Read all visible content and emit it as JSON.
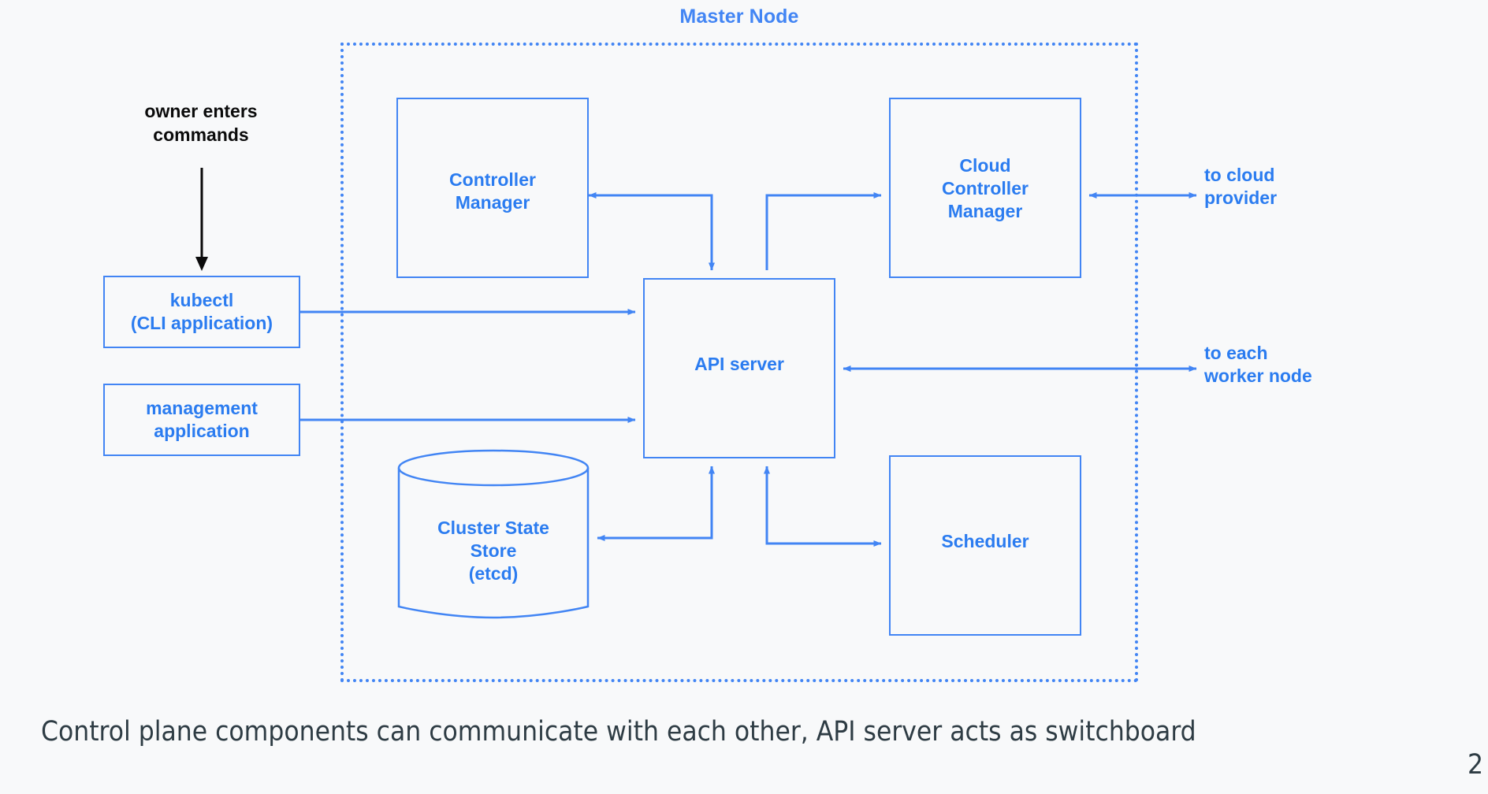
{
  "slide": {
    "background_color": "#f8f9fa",
    "accent_color": "#4285f4",
    "text_blue": "#2b7cf0",
    "caption_color": "#2e3c44",
    "page_number": "2",
    "caption": "Control plane components can communicate with each other, API server acts as switchboard"
  },
  "cluster": {
    "title": "Master Node"
  },
  "annotations": {
    "owner_commands": "owner enters\ncommands",
    "owner_commands_line1": "owner enters",
    "owner_commands_line2": "commands",
    "to_cloud_provider_line1": "to cloud",
    "to_cloud_provider_line2": "provider",
    "to_worker_node_line1": "to each",
    "to_worker_node_line2": "worker node"
  },
  "components": {
    "controller_manager": {
      "line1": "Controller",
      "line2": "Manager"
    },
    "cloud_controller_manager": {
      "line1": "Cloud",
      "line2": "Controller",
      "line3": "Manager"
    },
    "api_server": {
      "line1": "API server"
    },
    "scheduler": {
      "line1": "Scheduler"
    },
    "cluster_state_store": {
      "line1": "Cluster State",
      "line2": "Store",
      "line3": "(etcd)"
    },
    "kubectl": {
      "line1": "kubectl",
      "line2": "(CLI  application)"
    },
    "management_application": {
      "line1": "management",
      "line2": "application"
    }
  }
}
